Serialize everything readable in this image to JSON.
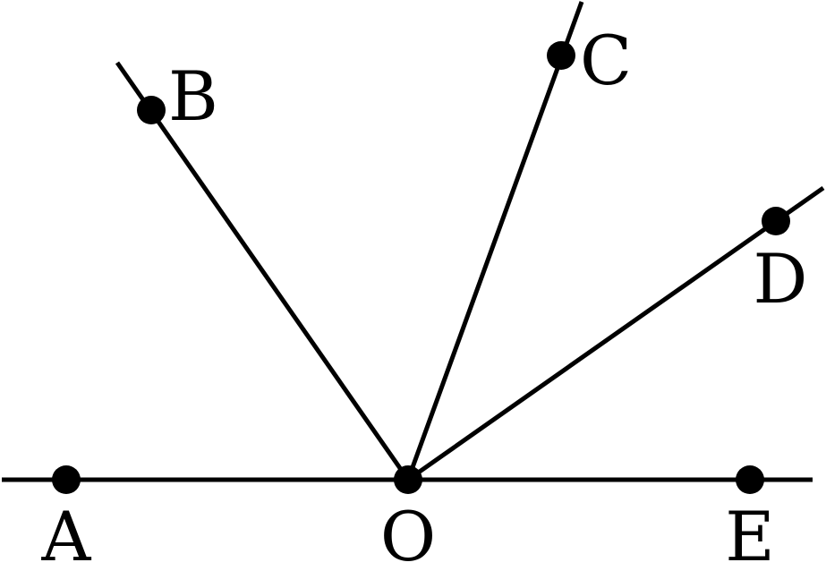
{
  "diagram": {
    "type": "angle-rays",
    "vertex": "O",
    "line": [
      "A",
      "O",
      "E"
    ],
    "rays": [
      "OB",
      "OC",
      "OD"
    ],
    "labels": {
      "A": "A",
      "B": "B",
      "C": "C",
      "D": "D",
      "E": "E",
      "O": "O"
    },
    "colors": {
      "stroke": "#000000",
      "point": "#000000",
      "background": "#ffffff"
    }
  }
}
